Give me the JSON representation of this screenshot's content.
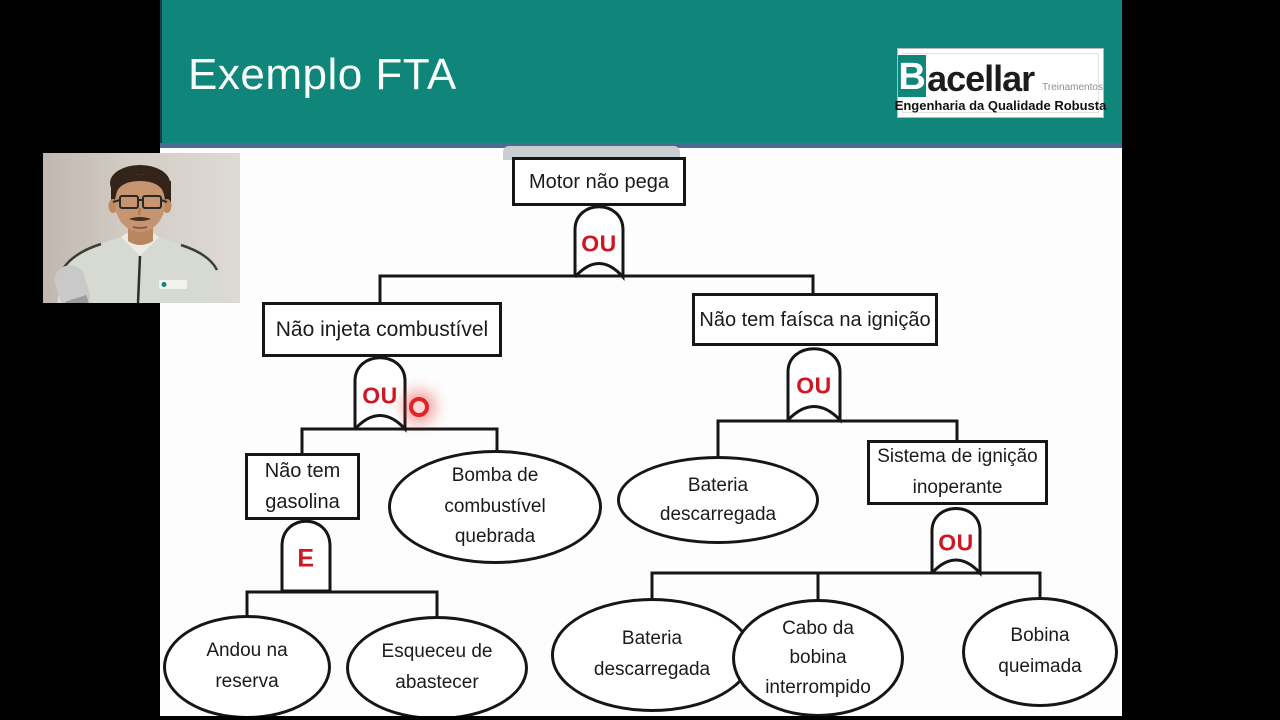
{
  "header": {
    "title": "Exemplo FTA",
    "accent_color": "#10857a"
  },
  "logo": {
    "brand_initial": "B",
    "brand_rest": "acellar",
    "small": "Treinamentos",
    "tagline": "Engenharia da Qualidade Robusta"
  },
  "diagram": {
    "nodes": {
      "motor": {
        "label": "Motor não pega"
      },
      "nao_injeta": {
        "label": "Não injeta combustível"
      },
      "nao_faisca": {
        "label": "Não tem faísca na ignição"
      },
      "gasolina": {
        "label": "Não tem\ngasolina"
      },
      "sistema": {
        "label": "Sistema de ignição\ninoperante"
      },
      "bomba": {
        "label": "Bomba de\ncombustível\nquebrada"
      },
      "bateria1": {
        "label": "Bateria\ndescarregada"
      },
      "andou": {
        "label": "Andou na\nreserva"
      },
      "esqueceu": {
        "label": "Esqueceu de\nabastecer"
      },
      "bateria2": {
        "label": "Bateria\ndescarregada"
      },
      "cabo": {
        "label": "Cabo da\nbobina\ninterrompido"
      },
      "bobina": {
        "label": "Bobina\nqueimada"
      }
    },
    "gates": {
      "or_label": "OU",
      "and_label": "E",
      "color": "#d01622"
    }
  }
}
